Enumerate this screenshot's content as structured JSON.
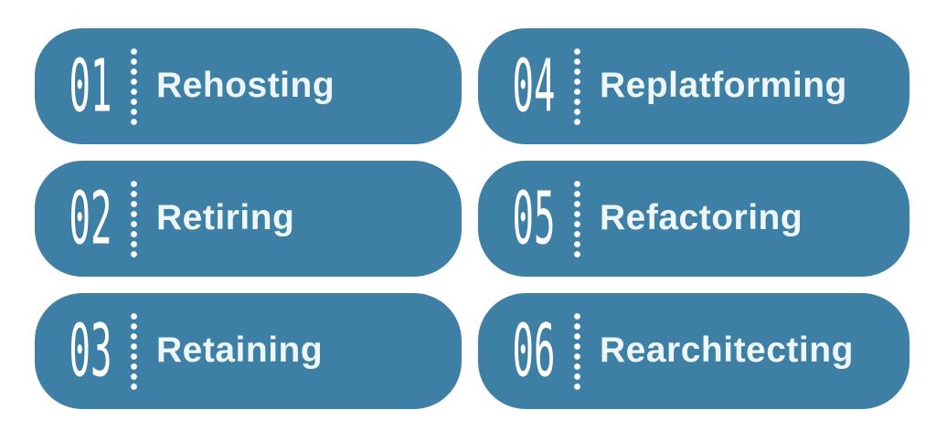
{
  "colors": {
    "card_background": "#3E80A5",
    "label_text": "#EDF6F9",
    "number_text": "#FFFFFF",
    "page_background": "#FFFFFF"
  },
  "cards": [
    {
      "number": "01",
      "label": "Rehosting"
    },
    {
      "number": "02",
      "label": "Retiring"
    },
    {
      "number": "03",
      "label": "Retaining"
    },
    {
      "number": "04",
      "label": "Replatforming"
    },
    {
      "number": "05",
      "label": "Refactoring"
    },
    {
      "number": "06",
      "label": "Rearchitecting"
    }
  ]
}
